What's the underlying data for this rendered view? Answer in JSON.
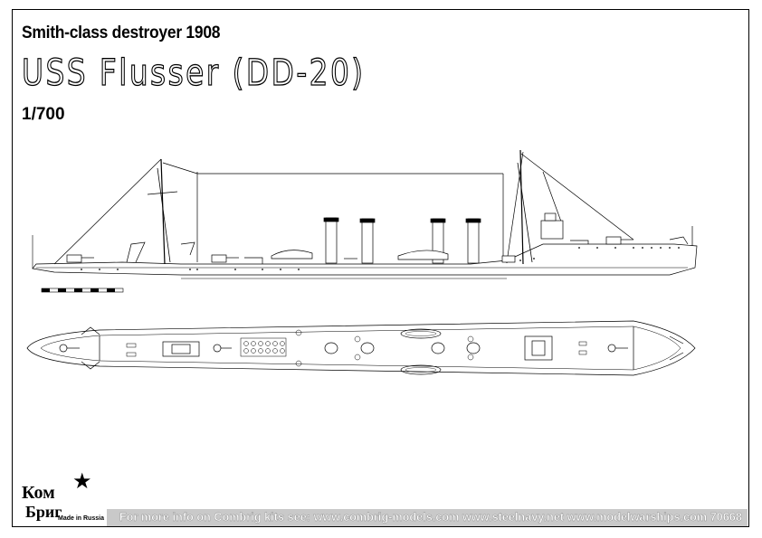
{
  "header": {
    "subtitle": "Smith-class destroyer 1908",
    "title": "USS Flusser (DD-20)",
    "scale": "1/700"
  },
  "logo": {
    "line1": "Ком",
    "line2": "Бриг",
    "line3": "Made in Russia",
    "star_icon": "star-icon"
  },
  "footer": {
    "text": "For more info on Combrig kits see: www.combrig-models.com www.steelnavy.net  www.modelwarships.com  70668"
  },
  "colors": {
    "ink": "#000000",
    "paper": "#ffffff",
    "footer_band": "#c9c9c9"
  }
}
